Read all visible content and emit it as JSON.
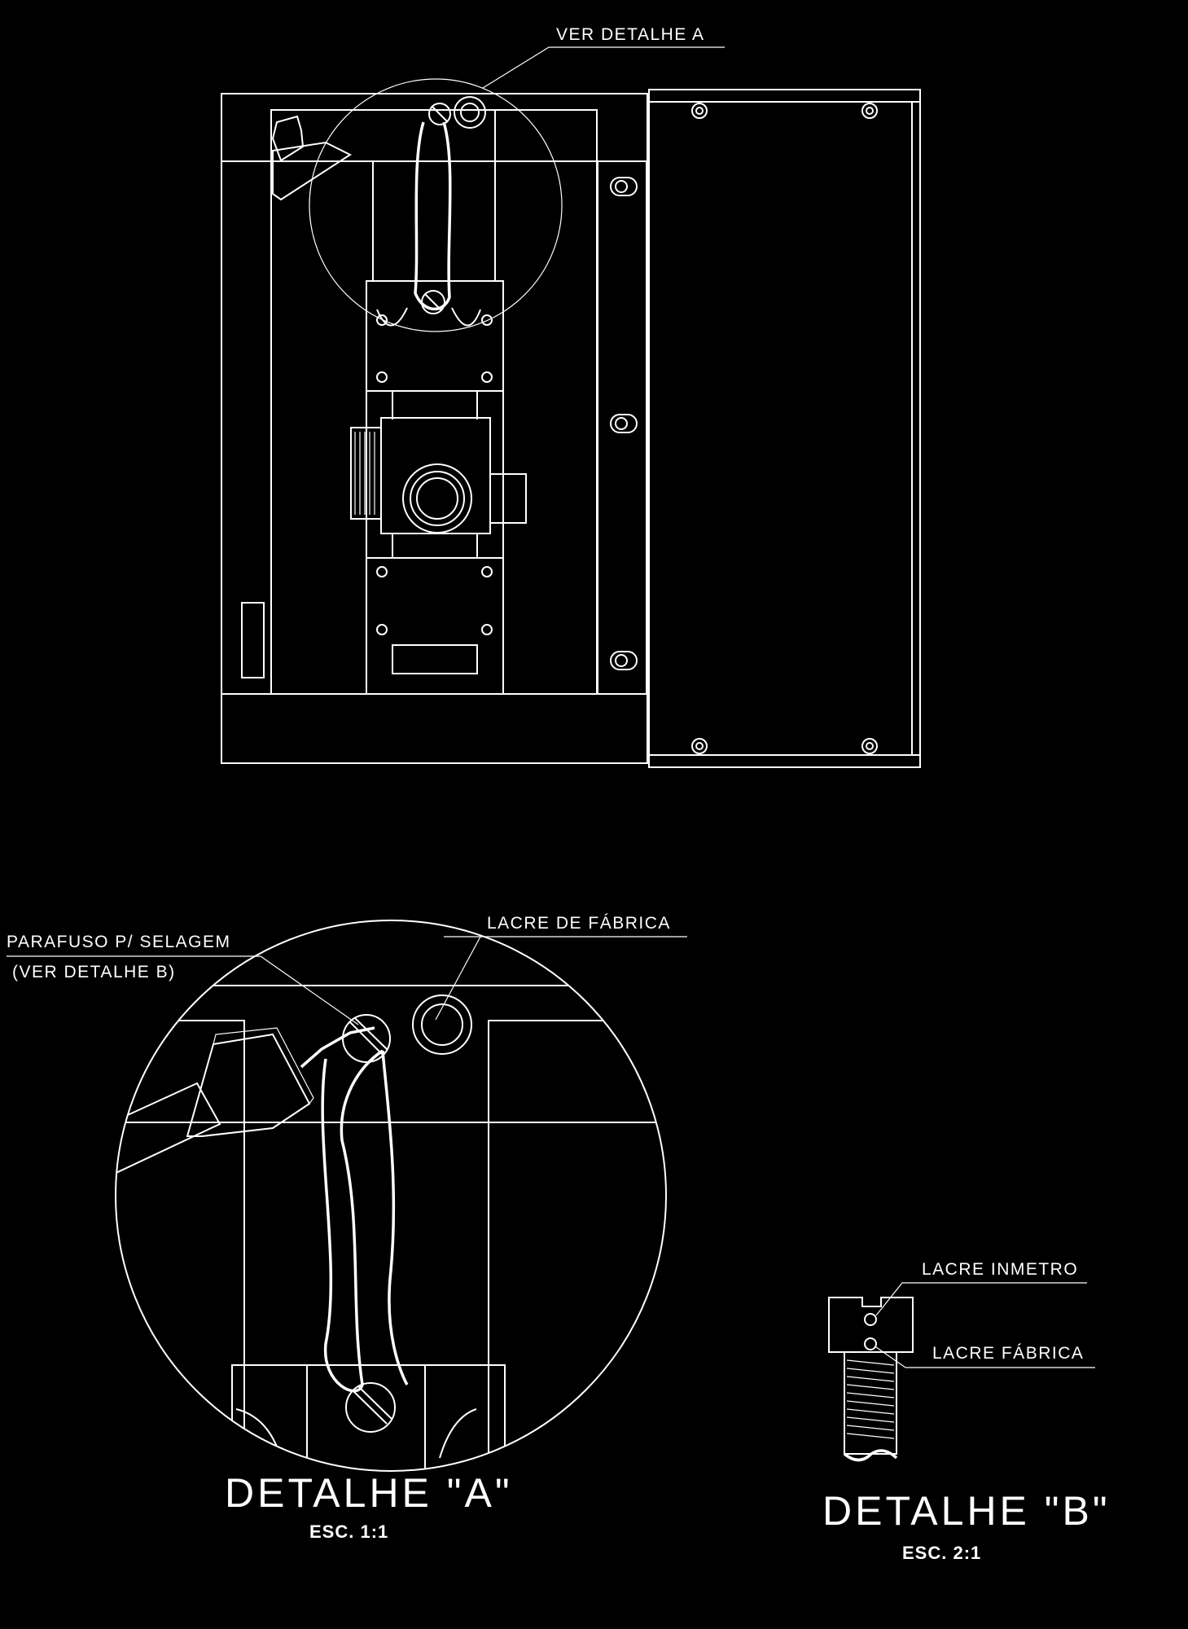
{
  "labels": {
    "ver_detalhe_a": "VER DETALHE A",
    "parafuso_line1": "PARAFUSO P/ SELAGEM",
    "parafuso_line2": "(VER DETALHE B)",
    "lacre_de_fabrica": "LACRE DE FÁBRICA",
    "lacre_inmetro": "LACRE INMETRO",
    "lacre_fabrica": "LACRE FÁBRICA"
  },
  "detail_a": {
    "title": "DETALHE \"A\"",
    "scale": "ESC. 1:1"
  },
  "detail_b": {
    "title": "DETALHE \"B\"",
    "scale": "ESC. 2:1"
  }
}
